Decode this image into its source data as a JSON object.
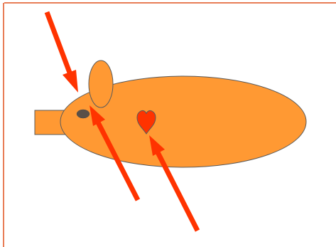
{
  "colors": {
    "background": "#ffffff",
    "border": "#e0521f",
    "body_fill": "#ff9933",
    "outline": "#5a5a5a",
    "eye_fill": "#5a5048",
    "heart_fill": "#ff3300",
    "arrow_fill": "#ff3300"
  },
  "figure": {
    "parts": [
      "snout",
      "body",
      "ear",
      "eye",
      "heart"
    ],
    "arrows": 3
  }
}
